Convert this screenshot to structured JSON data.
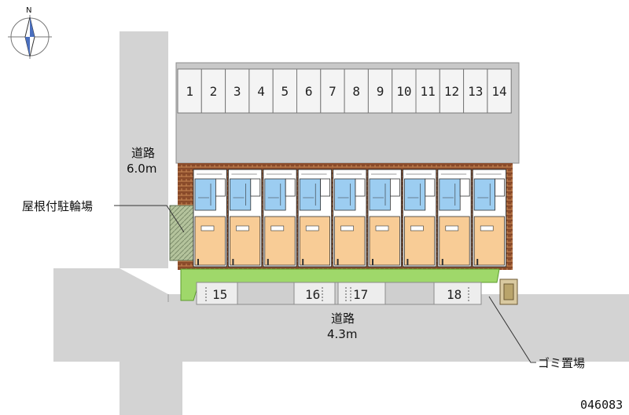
{
  "compass": {
    "north_label": "N",
    "icon": "compass-icon"
  },
  "roads": {
    "west": {
      "name": "道路",
      "width": "6.0m"
    },
    "south": {
      "name": "道路",
      "width": "4.3m"
    }
  },
  "parking": {
    "north_row": [
      "1",
      "2",
      "3",
      "4",
      "5",
      "6",
      "7",
      "8",
      "9",
      "10",
      "11",
      "12",
      "13",
      "14"
    ],
    "south_row": [
      "15",
      "16",
      "17",
      "18"
    ]
  },
  "callouts": {
    "bicycle_shed": "屋根付駐輪場",
    "garbage": "ゴミ置場"
  },
  "building": {
    "unit_count": 9
  },
  "property_code": "046083",
  "colors": {
    "road": "#d3d3d3",
    "unit_room": "#f8cc96",
    "unit_bath": "#9ccdf1",
    "brick": "#a0522d",
    "lawn": "#9fd86a"
  }
}
